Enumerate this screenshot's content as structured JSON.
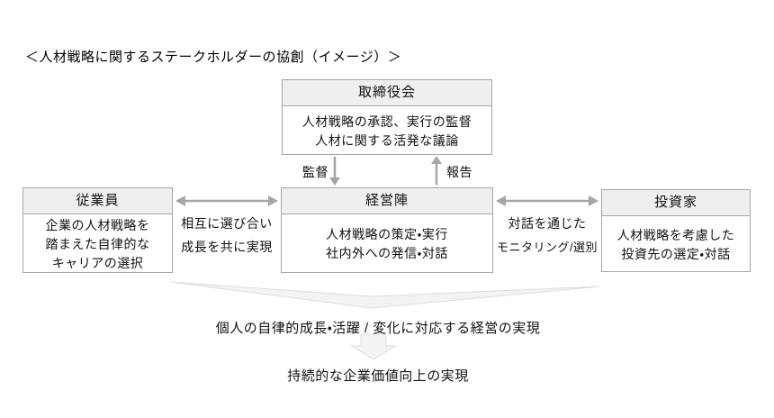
{
  "title": "＜人材戦略に関するステークホルダーの協創（イメージ）＞",
  "boxes": {
    "board": {
      "header": "取締役会",
      "body_lines": [
        "人材戦略の承認、実行の監督",
        "人材に関する活発な議論"
      ]
    },
    "employees": {
      "header": "従業員",
      "body_lines": [
        "企業の人材戦略を",
        "踏まえた自律的な",
        "キャリアの選択"
      ]
    },
    "management": {
      "header": "経営陣",
      "body_lines": [
        "人材戦略の策定・実行",
        "社内外への発信・対話"
      ]
    },
    "investors": {
      "header": "投資家",
      "body_lines": [
        "人材戦略を考慮した",
        "投資先の選定・対話"
      ]
    }
  },
  "arrow_labels": {
    "supervision": "監督",
    "report": "報告",
    "employees_management": [
      "相互に選び合い",
      "成長を共に実現"
    ],
    "management_investors": [
      "対話を通じた",
      "モニタリング/選別"
    ]
  },
  "outcomes": {
    "line1": "個人の自律的成長・活躍 / 変化に対応する経営の実現",
    "line2": "持続的な企業価値向上の実現"
  },
  "colors": {
    "box_border": "#a6a6a6",
    "box_header_bg": "#efefef",
    "box_body_bg": "#ffffff",
    "arrow_gray": "#a6a6a6",
    "big_arrow_fill": "#f3f3f3",
    "big_arrow_stroke": "#dcdcdc",
    "text": "#111111"
  }
}
